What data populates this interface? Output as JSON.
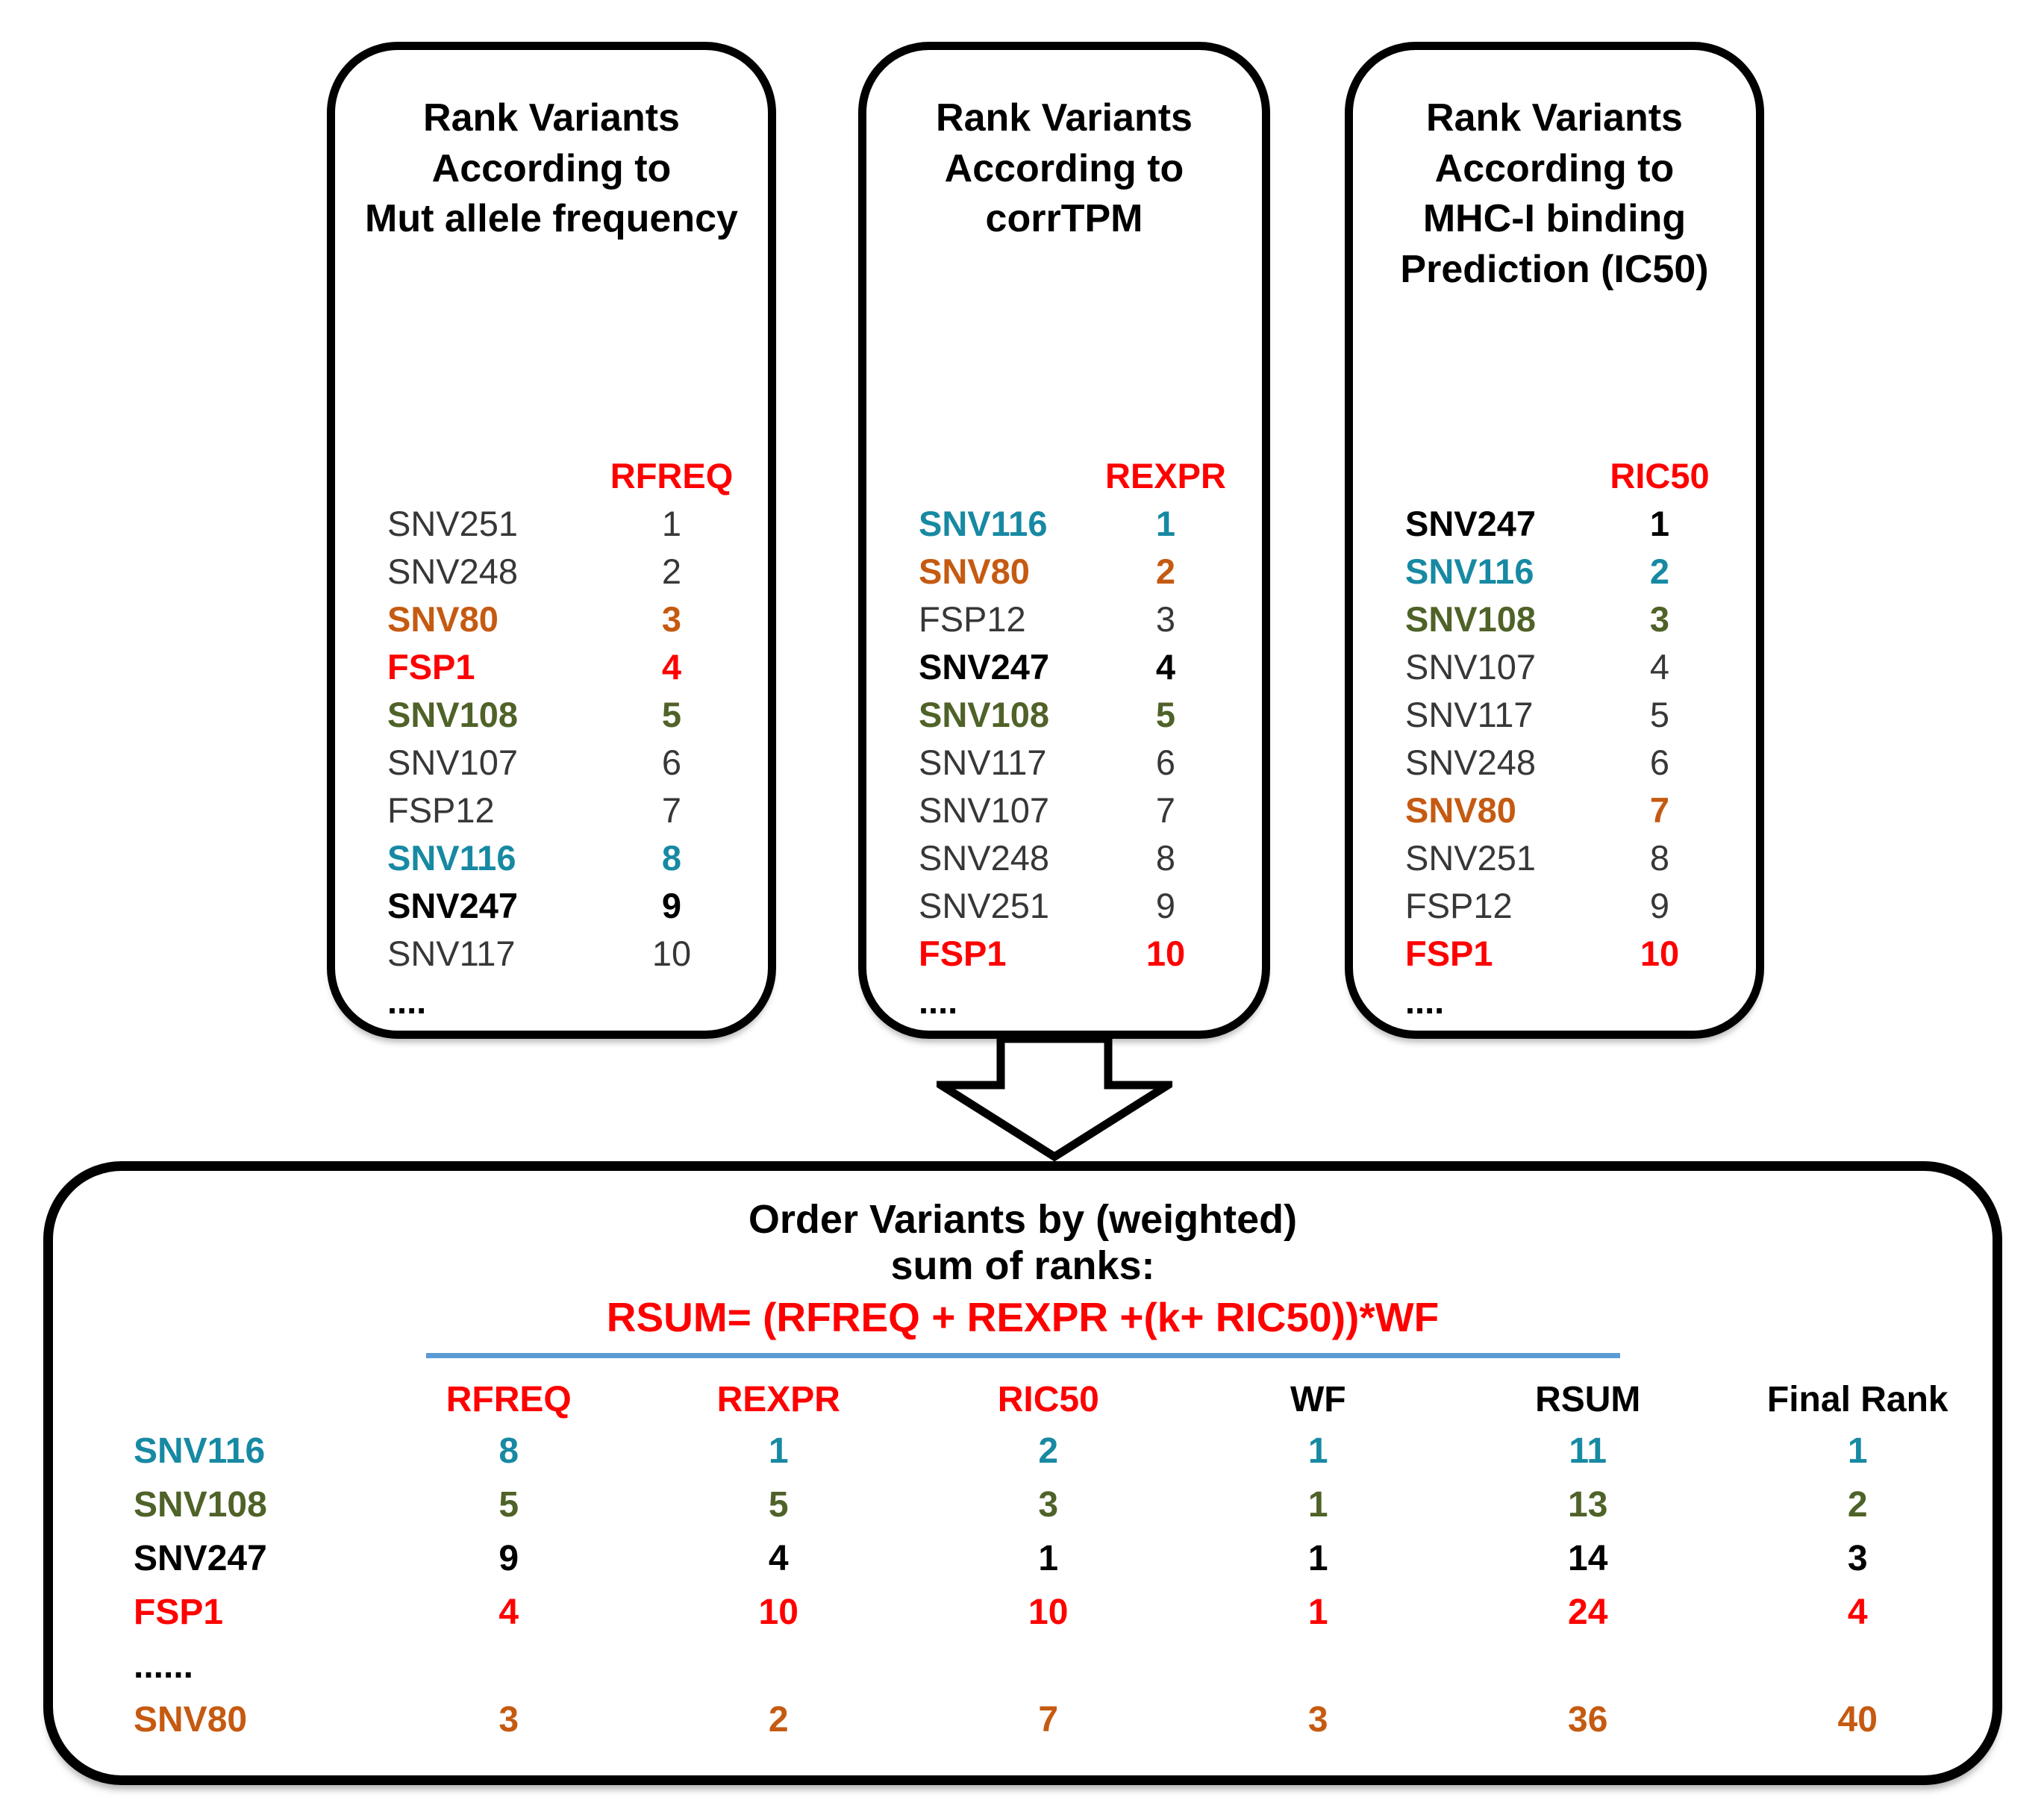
{
  "palette": {
    "red": "#FF0000",
    "teal": "#1789A3",
    "orange": "#C55A11",
    "green": "#4F6228",
    "black": "#000000",
    "gray": "#373737",
    "divider_blue": "#5B9BD5"
  },
  "top_boxes": [
    {
      "title": [
        "Rank Variants",
        "According to",
        "Mut allele frequency"
      ],
      "rank_header": "RFREQ",
      "rows": [
        {
          "name": "SNV251",
          "rank": "1",
          "color": "gray",
          "bold": false
        },
        {
          "name": "SNV248",
          "rank": "2",
          "color": "gray",
          "bold": false
        },
        {
          "name": "SNV80",
          "rank": "3",
          "color": "orange",
          "bold": true
        },
        {
          "name": "FSP1",
          "rank": "4",
          "color": "red",
          "bold": true
        },
        {
          "name": "SNV108",
          "rank": "5",
          "color": "green",
          "bold": true
        },
        {
          "name": "SNV107",
          "rank": "6",
          "color": "gray",
          "bold": false
        },
        {
          "name": "FSP12",
          "rank": "7",
          "color": "gray",
          "bold": false
        },
        {
          "name": "SNV116",
          "rank": "8",
          "color": "teal",
          "bold": true
        },
        {
          "name": "SNV247",
          "rank": "9",
          "color": "black",
          "bold": true
        },
        {
          "name": "SNV117",
          "rank": "10",
          "color": "gray",
          "bold": false
        }
      ],
      "ellipsis": "...."
    },
    {
      "title": [
        "Rank Variants",
        "According to",
        "corrTPM"
      ],
      "rank_header": "REXPR",
      "rows": [
        {
          "name": "SNV116",
          "rank": "1",
          "color": "teal",
          "bold": true
        },
        {
          "name": "SNV80",
          "rank": "2",
          "color": "orange",
          "bold": true
        },
        {
          "name": "FSP12",
          "rank": "3",
          "color": "gray",
          "bold": false
        },
        {
          "name": "SNV247",
          "rank": "4",
          "color": "black",
          "bold": true
        },
        {
          "name": "SNV108",
          "rank": "5",
          "color": "green",
          "bold": true
        },
        {
          "name": "SNV117",
          "rank": "6",
          "color": "gray",
          "bold": false
        },
        {
          "name": "SNV107",
          "rank": "7",
          "color": "gray",
          "bold": false
        },
        {
          "name": "SNV248",
          "rank": "8",
          "color": "gray",
          "bold": false
        },
        {
          "name": "SNV251",
          "rank": "9",
          "color": "gray",
          "bold": false
        },
        {
          "name": "FSP1",
          "rank": "10",
          "color": "red",
          "bold": true
        }
      ],
      "ellipsis": "...."
    },
    {
      "title": [
        "Rank Variants",
        "According to",
        "MHC-I binding",
        "Prediction (IC50)"
      ],
      "rank_header": "RIC50",
      "rows": [
        {
          "name": "SNV247",
          "rank": "1",
          "color": "black",
          "bold": true
        },
        {
          "name": "SNV116",
          "rank": "2",
          "color": "teal",
          "bold": true
        },
        {
          "name": "SNV108",
          "rank": "3",
          "color": "green",
          "bold": true
        },
        {
          "name": "SNV107",
          "rank": "4",
          "color": "gray",
          "bold": false
        },
        {
          "name": "SNV117",
          "rank": "5",
          "color": "gray",
          "bold": false
        },
        {
          "name": "SNV248",
          "rank": "6",
          "color": "gray",
          "bold": false
        },
        {
          "name": "SNV80",
          "rank": "7",
          "color": "orange",
          "bold": true
        },
        {
          "name": "SNV251",
          "rank": "8",
          "color": "gray",
          "bold": false
        },
        {
          "name": "FSP12",
          "rank": "9",
          "color": "gray",
          "bold": false
        },
        {
          "name": "FSP1",
          "rank": "10",
          "color": "red",
          "bold": true
        }
      ],
      "ellipsis": "...."
    }
  ],
  "bottom": {
    "title": [
      "Order Variants by (weighted)",
      "sum of ranks:"
    ],
    "formula": "RSUM= (RFREQ + REXPR +(k+ RIC50))*WF",
    "columns": [
      {
        "label": "RFREQ",
        "color": "red"
      },
      {
        "label": "REXPR",
        "color": "red"
      },
      {
        "label": "RIC50",
        "color": "red"
      },
      {
        "label": "WF",
        "color": "black"
      },
      {
        "label": "RSUM",
        "color": "black"
      },
      {
        "label": "Final Rank",
        "color": "black"
      }
    ],
    "rows": [
      {
        "name": "SNV116",
        "color": "teal",
        "values": [
          "8",
          "1",
          "2",
          "1",
          "11",
          "1"
        ]
      },
      {
        "name": "SNV108",
        "color": "green",
        "values": [
          "5",
          "5",
          "3",
          "1",
          "13",
          "2"
        ]
      },
      {
        "name": "SNV247",
        "color": "black",
        "values": [
          "9",
          "4",
          "1",
          "1",
          "14",
          "3"
        ]
      },
      {
        "name": "FSP1",
        "color": "red",
        "values": [
          "4",
          "10",
          "10",
          "1",
          "24",
          "4"
        ]
      },
      {
        "name": "......",
        "color": "black",
        "values": [
          "",
          "",
          "",
          "",
          "",
          ""
        ]
      },
      {
        "name": "SNV80",
        "color": "orange",
        "values": [
          "3",
          "2",
          "7",
          "3",
          "36",
          "40"
        ]
      }
    ]
  }
}
